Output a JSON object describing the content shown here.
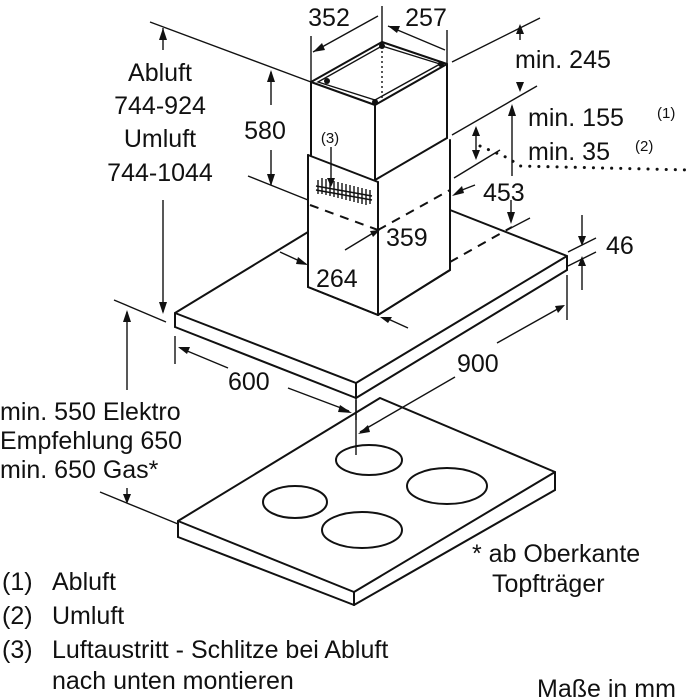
{
  "drawing": {
    "subject": "Island cooker hood installation dimensions",
    "units_note": "Maße in mm"
  },
  "dimensions": {
    "chimney_width": "352",
    "chimney_depth": "257",
    "chimney_height": "580",
    "hood_height_abluft_label": "Abluft",
    "hood_height_abluft_value": "744-924",
    "hood_height_umluft_label": "Umluft",
    "hood_height_umluft_value": "744-1044",
    "ceiling_gap": "min. 245",
    "min_155": "min. 155",
    "min_155_ref": "(1)",
    "min_35": "min. 35",
    "min_35_ref": "(2)",
    "depth_453": "453",
    "canopy_thickness": "46",
    "lower_chimney_width": "359",
    "lower_chimney_depth": "264",
    "canopy_depth": "600",
    "canopy_width": "900",
    "vent_slots_ref": "(3)"
  },
  "clearance": {
    "line1": "min. 550 Elektro",
    "line2": "Empfehlung 650",
    "line3": "min. 650 Gas*"
  },
  "footnote": {
    "line1": "* ab Oberkante",
    "line2": "Topfträger"
  },
  "legend": [
    {
      "num": "(1)",
      "text": "Abluft"
    },
    {
      "num": "(2)",
      "text": "Umluft"
    },
    {
      "num": "(3)",
      "text": "Luftaustritt - Schlitze bei Abluft",
      "text2": "nach unten montieren"
    }
  ],
  "colors": {
    "line": "#111111",
    "background": "#ffffff"
  }
}
